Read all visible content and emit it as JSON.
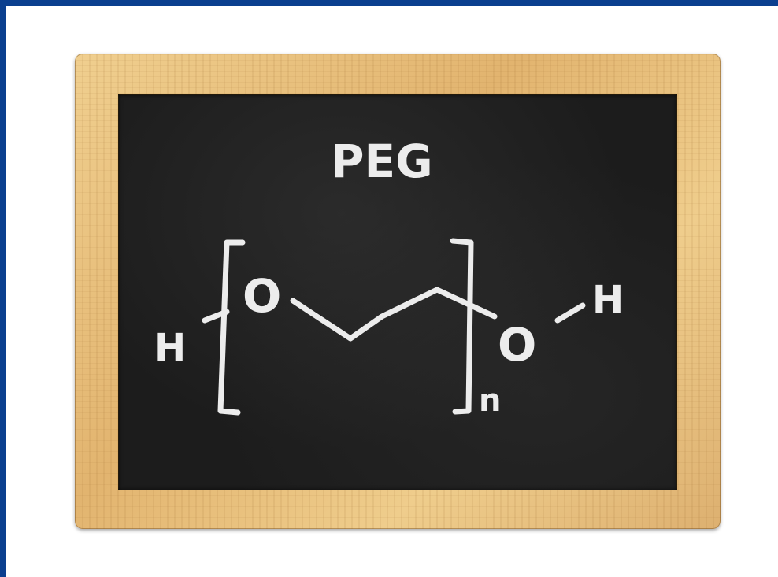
{
  "board": {
    "title": "PEG",
    "left_hydrogen": "H",
    "left_oxygen": "O",
    "right_oxygen": "O",
    "right_hydrogen": "H",
    "repeat_subscript": "n"
  },
  "colors": {
    "border_accent": "#0b3f8f",
    "chalk": "#ececec",
    "board": "#1c1c1c",
    "wood": "#e2b46f"
  }
}
